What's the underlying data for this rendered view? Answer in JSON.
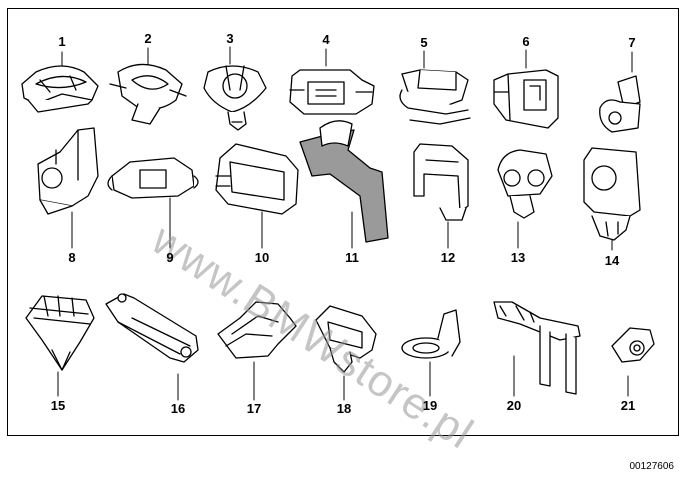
{
  "callouts": [
    "1",
    "2",
    "3",
    "4",
    "5",
    "6",
    "7",
    "8",
    "9",
    "10",
    "11",
    "12",
    "13",
    "14",
    "15",
    "16",
    "17",
    "18",
    "19",
    "20",
    "21"
  ],
  "watermark": "www.BMWstore.pl",
  "reference_code": "00127606",
  "colors": {
    "line": "#000000",
    "fill": "#ffffff",
    "shade": "#9a9a9a",
    "watermark": "#999999"
  }
}
